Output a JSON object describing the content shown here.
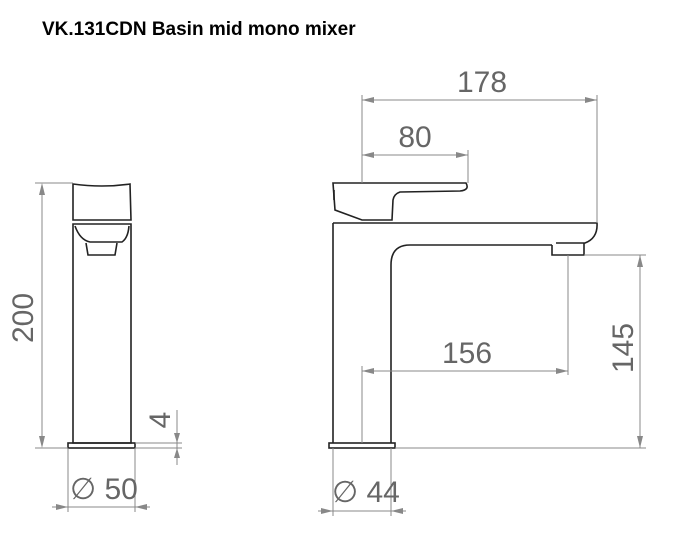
{
  "title": "VK.131CDN Basin mid mono mixer",
  "dimensions": {
    "overall_height": "200",
    "base_thickness": "4",
    "base_diameter_front": "∅ 50",
    "overall_reach": "178",
    "handle_reach": "80",
    "spout_reach": "156",
    "spout_height": "145",
    "base_diameter_side": "∅ 44"
  }
}
